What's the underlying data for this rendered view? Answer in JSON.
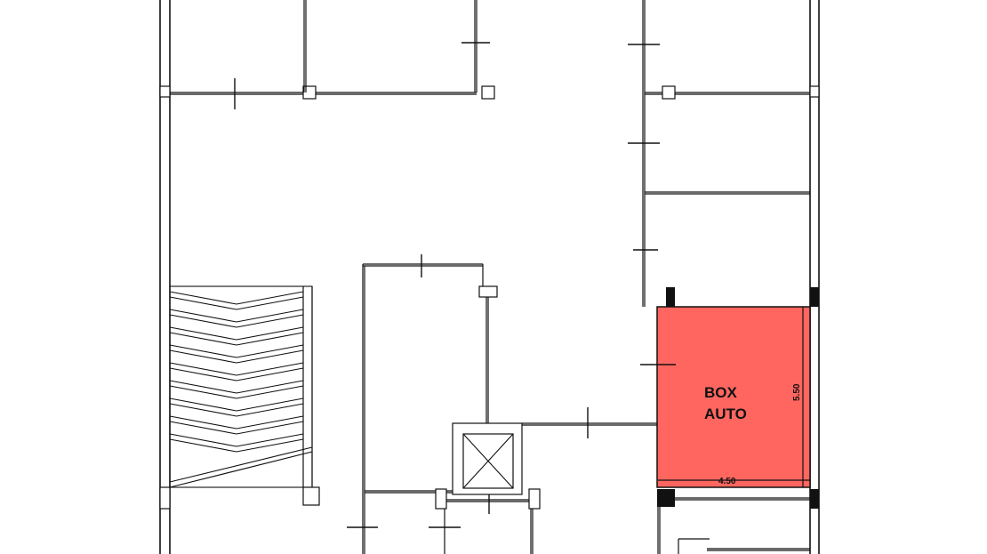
{
  "plan": {
    "highlight_color": "#ff6660",
    "highlight_stroke": "#111111",
    "room_label_line1": "BOX",
    "room_label_line2": "AUTO",
    "dim_width": "4.50",
    "dim_depth": "5.50",
    "icons": [
      "stair-icon",
      "elevator-shaft-icon"
    ]
  }
}
